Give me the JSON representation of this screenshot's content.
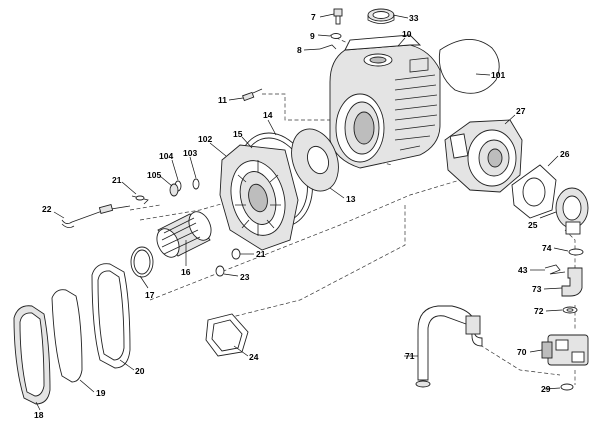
{
  "parts": [
    {
      "id": "p7",
      "label": "7"
    },
    {
      "id": "p33",
      "label": "33"
    },
    {
      "id": "p9",
      "label": "9"
    },
    {
      "id": "p8",
      "label": "8"
    },
    {
      "id": "p10",
      "label": "10"
    },
    {
      "id": "p101",
      "label": "101"
    },
    {
      "id": "p11",
      "label": "11"
    },
    {
      "id": "p14",
      "label": "14"
    },
    {
      "id": "p27",
      "label": "27"
    },
    {
      "id": "p102",
      "label": "102"
    },
    {
      "id": "p15",
      "label": "15"
    },
    {
      "id": "p104",
      "label": "104"
    },
    {
      "id": "p103",
      "label": "103"
    },
    {
      "id": "p26",
      "label": "26"
    },
    {
      "id": "p105",
      "label": "105"
    },
    {
      "id": "p21a",
      "label": "21"
    },
    {
      "id": "p13",
      "label": "13"
    },
    {
      "id": "p22",
      "label": "22"
    },
    {
      "id": "p25",
      "label": "25"
    },
    {
      "id": "p74",
      "label": "74"
    },
    {
      "id": "p21b",
      "label": "21"
    },
    {
      "id": "p16",
      "label": "16"
    },
    {
      "id": "p23",
      "label": "23"
    },
    {
      "id": "p43",
      "label": "43"
    },
    {
      "id": "p17",
      "label": "17"
    },
    {
      "id": "p73",
      "label": "73"
    },
    {
      "id": "p72",
      "label": "72"
    },
    {
      "id": "p24",
      "label": "24"
    },
    {
      "id": "p71",
      "label": "71"
    },
    {
      "id": "p70",
      "label": "70"
    },
    {
      "id": "p20",
      "label": "20"
    },
    {
      "id": "p19",
      "label": "19"
    },
    {
      "id": "p29",
      "label": "29"
    },
    {
      "id": "p18",
      "label": "18"
    }
  ]
}
